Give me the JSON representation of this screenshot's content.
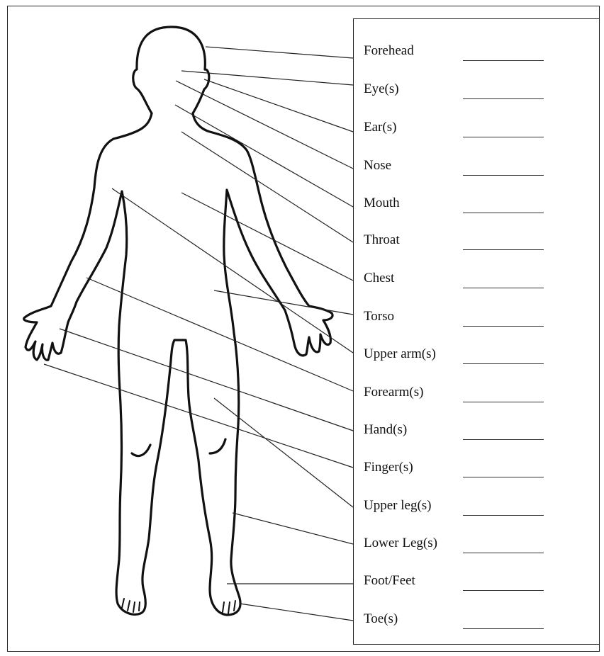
{
  "diagram": {
    "labels": [
      "Forehead",
      "Eye(s)",
      "Ear(s)",
      "Nose",
      "Mouth",
      "Throat",
      "Chest",
      "Torso",
      "Upper arm(s)",
      "Forearm(s)",
      "Hand(s)",
      "Finger(s)",
      "Upper leg(s)",
      "Lower Leg(s)",
      "Foot/Feet",
      "Toe(s)"
    ]
  },
  "colors": {
    "ink": "#111111",
    "border": "#222222",
    "background": "#ffffff"
  }
}
